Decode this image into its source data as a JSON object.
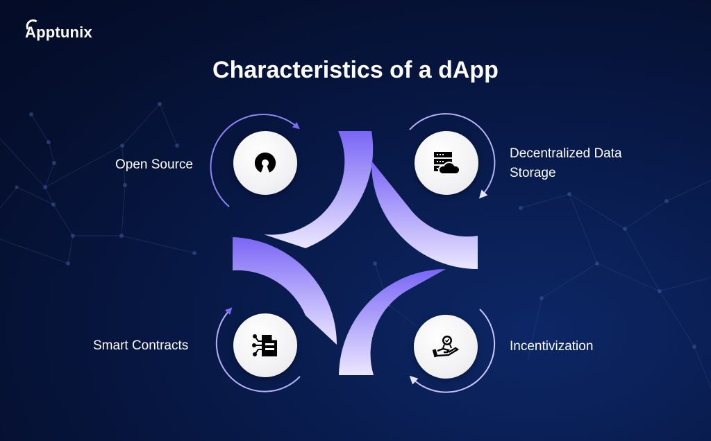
{
  "brand": {
    "logo_text": "Apptunix"
  },
  "title": "Characteristics of a dApp",
  "colors": {
    "background": "#061236",
    "arc_top": "#7b67f5",
    "arc_bottom": "#e9e5ff",
    "circle": "#f4f4f6",
    "ring_arrow": "#7b6cf0"
  },
  "characteristics": [
    {
      "label": "Open Source",
      "icon": "open-source-icon",
      "position": "top-left"
    },
    {
      "label_line1": "Decentralized Data",
      "label_line2": "Storage",
      "icon": "server-cloud-icon",
      "position": "top-right"
    },
    {
      "label": "Smart Contracts",
      "icon": "smart-contract-document-icon",
      "position": "bottom-left"
    },
    {
      "label": "Incentivization",
      "icon": "reward-hand-icon",
      "position": "bottom-right"
    }
  ]
}
